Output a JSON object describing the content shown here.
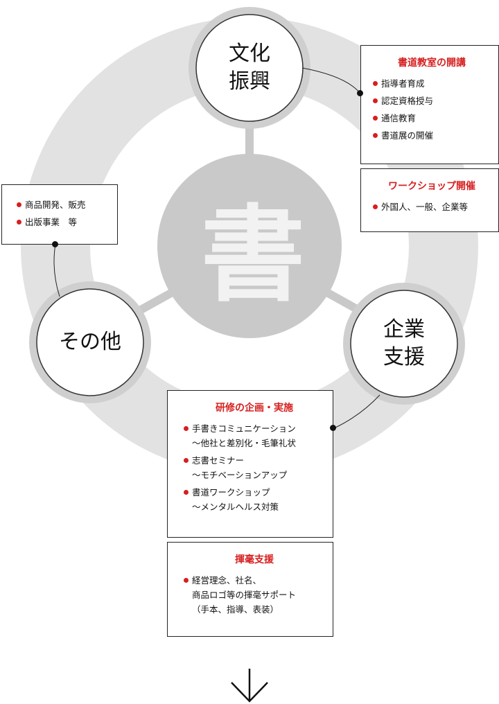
{
  "hub": {
    "label": "書"
  },
  "nodes": {
    "culture": {
      "label": "文化\n振興"
    },
    "corporate": {
      "label": "企業\n支援"
    },
    "other": {
      "label": "その他"
    }
  },
  "boxes": {
    "calligraphy_class": {
      "title": "書道教室の開講",
      "items": [
        "指導者育成",
        "認定資格授与",
        "通信教育",
        "書道展の開催"
      ]
    },
    "workshop": {
      "title": "ワークショップ開催",
      "items": [
        "外国人、一般、企業等"
      ]
    },
    "other_items": {
      "items": [
        "商品開発、販売",
        "出版事業　等"
      ]
    },
    "training": {
      "title": "研修の企画・実施",
      "items": [
        "手書きコミュニケーション\n～他社と差別化・毛筆礼状",
        "志書セミナー\n～モチベーションアップ",
        "書道ワークショップ\n～メンタルヘルス対策"
      ]
    },
    "brush_writing": {
      "title": "揮毫支援",
      "items": [
        "経営理念、社名、\n商品ロゴ等の揮毫サポート\n（手本、指導、表装）"
      ]
    }
  },
  "colors": {
    "ring": "#dcdcdc",
    "node_ring": "#cfcfcf",
    "hub": "#c9c9c9",
    "accent": "#d61f1f",
    "line": "#222222"
  },
  "icons": {
    "arrow": "down-arrow-icon"
  }
}
